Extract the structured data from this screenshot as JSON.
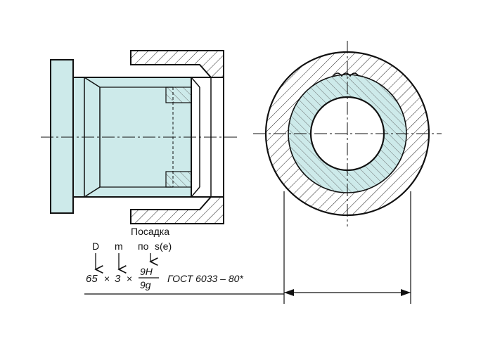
{
  "fit_label": "Посадка",
  "notation": {
    "labels": {
      "diameter": "D",
      "module": "m",
      "fit_by": "по",
      "centering": "s(e)"
    },
    "formula": {
      "diameter_value": "65",
      "times_1": "×",
      "module_value": "3",
      "times_2": "×",
      "fit_numerator": "9H",
      "fit_denominator": "9g",
      "standard": "ГОСТ  6033 – 80*"
    }
  },
  "colors": {
    "fill": "#cdeaea",
    "line": "#111111",
    "hatch": "#222222"
  }
}
